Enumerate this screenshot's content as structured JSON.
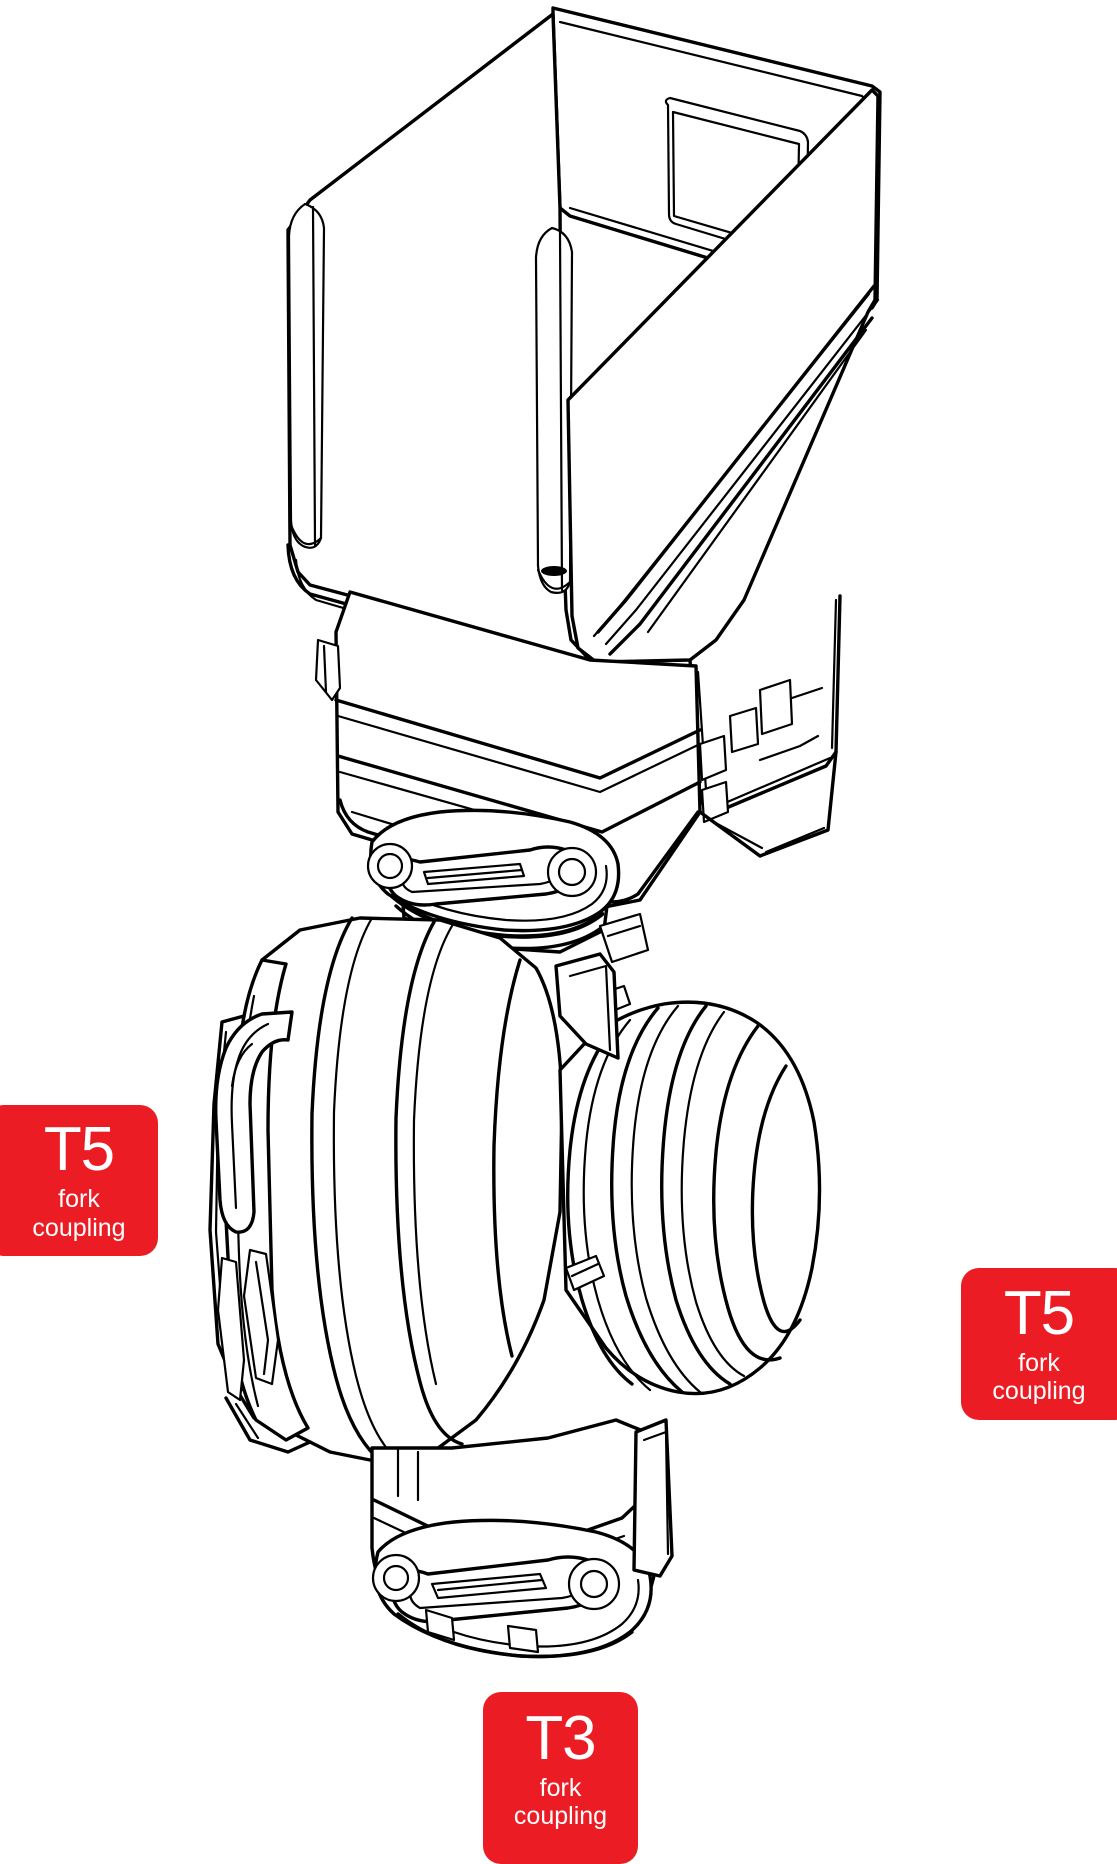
{
  "page": {
    "title": "Motorised 3-way ball valve with fork couplings",
    "background_color": "#ffffff"
  },
  "illustration": {
    "name": "motorised-3way-ball-valve",
    "style": "technical line drawing",
    "line_color": "#000000",
    "fill_color": "#ffffff",
    "components": [
      "actuator-housing",
      "actuator-cover-recess",
      "mounting-bracket",
      "valve-body",
      "left-fork-coupling-port",
      "right-fork-coupling-port",
      "bottom-fork-coupling-port",
      "clamp-ring-upper",
      "clamp-ring-lower"
    ]
  },
  "badges": {
    "accent_color": "#ec1c24",
    "text_color": "#ffffff",
    "items": [
      {
        "id": "left",
        "code": "T5",
        "line1": "fork",
        "line2": "coupling",
        "points_to": "left-fork-coupling-port"
      },
      {
        "id": "right",
        "code": "T5",
        "line1": "fork",
        "line2": "coupling",
        "points_to": "right-fork-coupling-port"
      },
      {
        "id": "bottom",
        "code": "T3",
        "line1": "fork",
        "line2": "coupling",
        "points_to": "bottom-fork-coupling-port"
      }
    ]
  }
}
